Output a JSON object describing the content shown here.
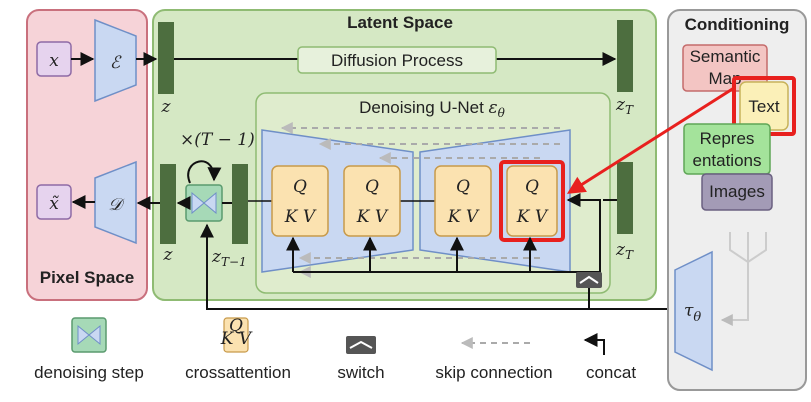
{
  "panels": {
    "pixel_space": "Pixel Space",
    "latent_space": "Latent Space",
    "conditioning": "Conditioning"
  },
  "symbols": {
    "x": "x",
    "x_tilde": "x̃",
    "encoder": "ℰ",
    "decoder": "𝒟",
    "z": "z",
    "z_t_top": "zT",
    "z_t_bottom": "zT",
    "z_t_minus_1": "zT−1",
    "repeat": "×(T − 1)",
    "tau": "τθ"
  },
  "process": {
    "diffusion": "Diffusion Process",
    "unet": "Denoising U-Net εθ"
  },
  "attention_blocks": [
    {
      "q": "Q",
      "kv": "K V"
    },
    {
      "q": "Q",
      "kv": "K V"
    },
    {
      "q": "Q",
      "kv": "K V"
    },
    {
      "q": "Q",
      "kv": "K V"
    }
  ],
  "conditioning_items": {
    "semantic_map_line1": "Semantic",
    "semantic_map_line2": "Map",
    "text": "Text",
    "representations_line1": "Repres",
    "representations_line2": "entations",
    "images": "Images"
  },
  "legend": {
    "denoising_step": "denoising step",
    "crossattention": "crossattention",
    "switch": "switch",
    "skip_connection": "skip connection",
    "concat": "concat",
    "mini_q": "Q",
    "mini_kv": "K V"
  },
  "colors": {
    "pixel_bg": "#f6d3d8",
    "pixel_border": "#c9707d",
    "latent_bg": "#d5e8c4",
    "latent_border": "#8fbb73",
    "unet_bg": "#dfeccd",
    "unet_shape": "#c9d8f2",
    "attention_fill": "#fbe2b0",
    "attention_border": "#c89a4a",
    "highlight": "#e8201e",
    "conditioning_bg": "#eeeeee",
    "semantic_map": "#f3c5c3",
    "text_box": "#fbf0b8",
    "representations": "#a4e39b",
    "images": "#a39bb6",
    "z_block": "#4d6e3f"
  }
}
